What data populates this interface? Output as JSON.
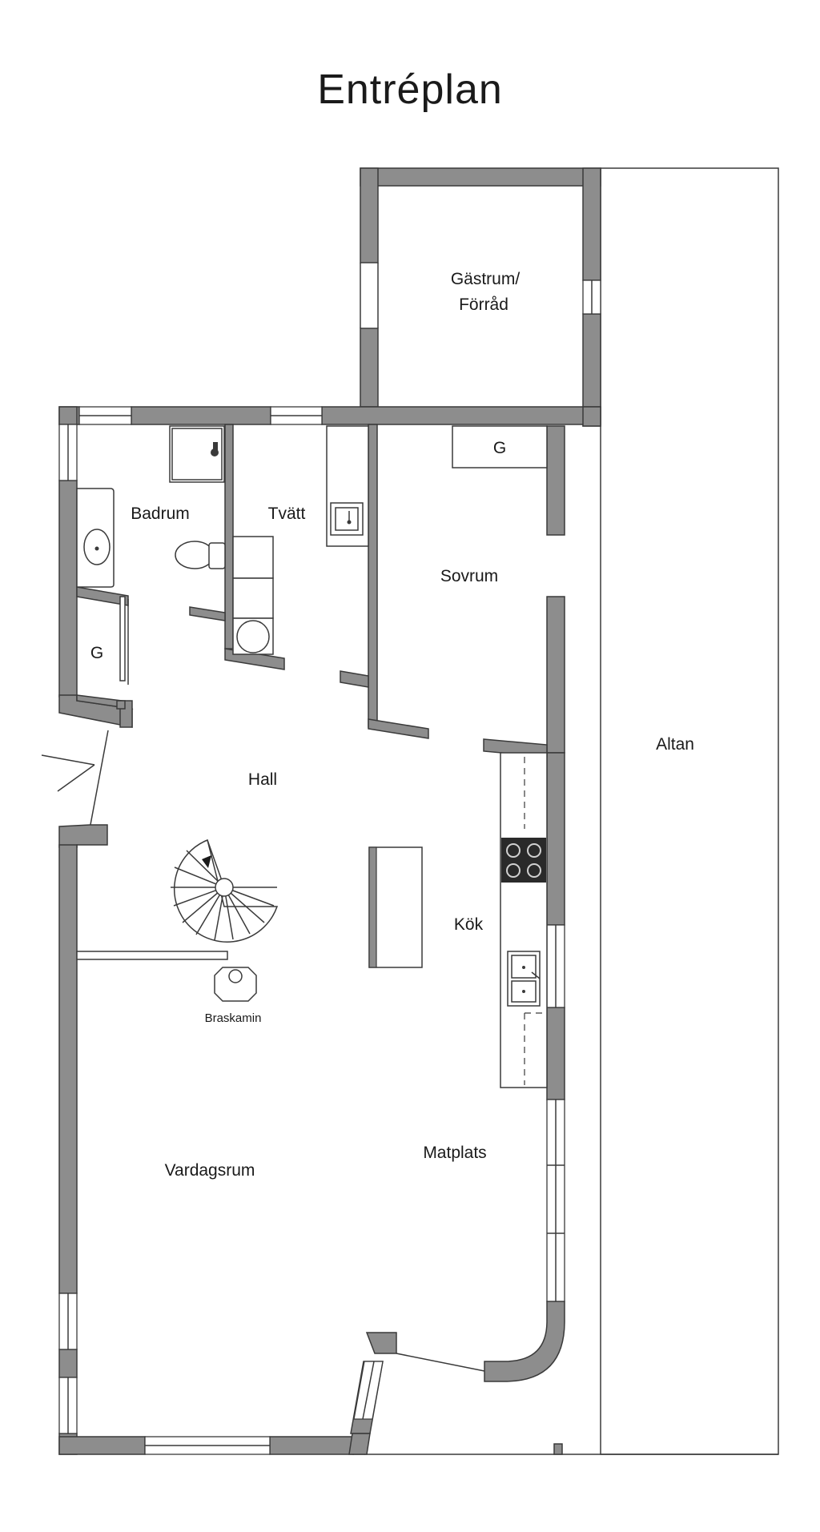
{
  "title": "Entréplan",
  "rooms": {
    "gastrum_line1": "Gästrum/",
    "gastrum_line2": "Förråd",
    "garderob_top": "G",
    "badrum": "Badrum",
    "tvatt": "Tvätt",
    "sovrum": "Sovrum",
    "garderob_left": "G",
    "altan": "Altan",
    "hall": "Hall",
    "kok": "Kök",
    "braskamin": "Braskamin",
    "matplats": "Matplats",
    "vardagsrum": "Vardagsrum"
  },
  "colors": {
    "wall_fill": "#8d8d8d",
    "line": "#3a3a3a",
    "background": "#ffffff"
  }
}
